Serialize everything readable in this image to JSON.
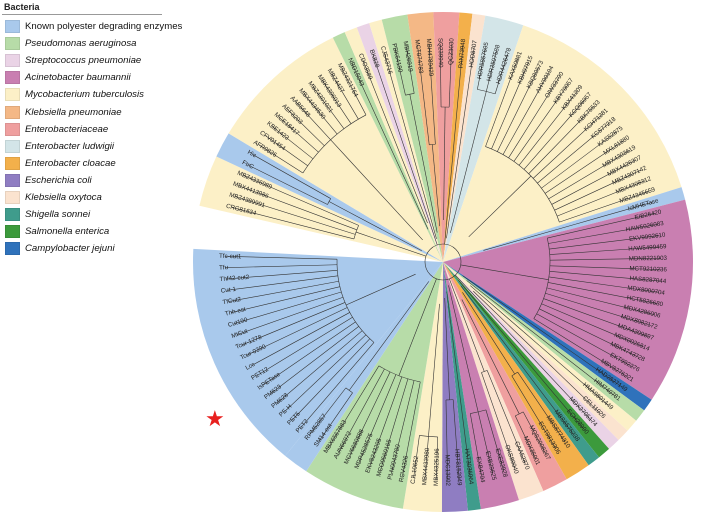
{
  "legend": {
    "title": "Bacteria",
    "entries": [
      {
        "label": "Known polyester degrading enzymes",
        "color": "#a9c9ec",
        "italic": false
      },
      {
        "label": "Pseudomonas aeruginosa",
        "color": "#b7dca8",
        "italic": true
      },
      {
        "label": "Streptococcus pneumoniae",
        "color": "#ead3e6",
        "italic": true
      },
      {
        "label": "Acinetobacter baumannii",
        "color": "#c97fb1",
        "italic": true
      },
      {
        "label": "Mycobacterium tuberculosis",
        "color": "#fcf0c7",
        "italic": true
      },
      {
        "label": "Klebsiella pneumoniae",
        "color": "#f4b886",
        "italic": true
      },
      {
        "label": "Enterobacteriaceae",
        "color": "#ef9f9f",
        "italic": true
      },
      {
        "label": "Enterobacter ludwigii",
        "color": "#d3e5e8",
        "italic": true
      },
      {
        "label": "Enterobacter cloacae",
        "color": "#f3b04b",
        "italic": true
      },
      {
        "label": "Escherichia coli",
        "color": "#8f7dc2",
        "italic": true
      },
      {
        "label": "Klebsiella oxytoca",
        "color": "#fbe3cf",
        "italic": true
      },
      {
        "label": "Shigella sonnei",
        "color": "#3f9c8c",
        "italic": true
      },
      {
        "label": "Salmonella enterica",
        "color": "#3c9a3c",
        "italic": true
      },
      {
        "label": "Campylobacter jejuni",
        "color": "#2f72bb",
        "italic": true
      }
    ]
  },
  "marker": {
    "symbol": "★",
    "color": "#e8201f"
  },
  "tree": {
    "groups": [
      {
        "color": "#fcf0c7",
        "leaves": [
          "CRG81634",
          "MBZ4389991",
          "MBX4413986",
          "MBZ4336989"
        ]
      },
      {
        "color": "#a9c9ec",
        "leaves": [
          "FtrC",
          "Hic"
        ]
      },
      {
        "color": "#fcf0c7",
        "leaves": [
          "AFR9826",
          "CFV01454",
          "KBE1423",
          "MCE18417",
          "AEF8203",
          "AAB5648",
          "MBX4434530",
          "MBZ4301021",
          "MBK4396013",
          "MBZ4427",
          "MBZ4321764"
        ]
      },
      {
        "color": "#b7dca8",
        "leaves": [
          "NBD15043"
        ]
      },
      {
        "color": "#fcf0c7",
        "leaves": [
          "CDO3589"
        ]
      },
      {
        "color": "#ead3e6",
        "leaves": [
          "BK828"
        ]
      },
      {
        "color": "#fcf0c7",
        "leaves": [
          "CJS43716"
        ]
      },
      {
        "color": "#b7dca8",
        "leaves": [
          "PBK64190",
          "MBH26919"
        ]
      },
      {
        "color": "#f4b886",
        "leaves": [
          "MCT074783",
          "MBH4789429"
        ]
      },
      {
        "color": "#ef9f9f",
        "leaves": [
          "SQ239940",
          "QCZ3030"
        ]
      },
      {
        "color": "#f3b04b",
        "leaves": [
          "PAN73948"
        ]
      },
      {
        "color": "#fbe3cf",
        "leaves": [
          "HOD8707"
        ]
      },
      {
        "color": "#d3e5e8",
        "leaves": [
          "HDR5857695",
          "HDR3507588",
          "HDR4426478"
        ]
      },
      {
        "color": "#fcf0c7",
        "leaves": [
          "KAX50881",
          "KBH97915",
          "KBQ80573",
          "AHY90194",
          "OIW33790",
          "KBY79057",
          "KBX41209",
          "KCQ06957",
          "KBK75533",
          "KCH71281",
          "KCS77218",
          "KAS52875",
          "MXL81880",
          "MBX4303619",
          "MBX4426307",
          "MBZ4307142",
          "MBX4308312",
          "MBZ4345659"
        ]
      },
      {
        "color": "#a9c9ec",
        "leaves": [
          "IsMHETase"
        ]
      },
      {
        "color": "#c97fb1",
        "leaves": [
          "EIB26420",
          "HAW5026083",
          "EKV9992610",
          "HAW5499459",
          "MDN8221903",
          "MCT9210236",
          "HAS8287044",
          "MDX8000704",
          "HCT5826680",
          "MDX4286006",
          "MDX8082172",
          "MDA4209897",
          "MDX0026814",
          "MBK4743728",
          "EKT992276",
          "MBV8276221"
        ]
      },
      {
        "color": "#2f72bb",
        "leaves": [
          "HAD2827149"
        ]
      },
      {
        "color": "#b7dca8",
        "leaves": [
          "HIM740781"
        ]
      },
      {
        "color": "#fcf0c7",
        "leaves": [
          "HMA9801449"
        ]
      },
      {
        "color": "#fbe3cf",
        "leaves": [
          "CEL11026"
        ]
      },
      {
        "color": "#ead3e6",
        "leaves": [
          "MDX2705174"
        ]
      },
      {
        "color": "#3c9a3c",
        "leaves": [
          "ECH28990"
        ]
      },
      {
        "color": "#3f9c8c",
        "leaves": [
          "MBS6575238"
        ]
      },
      {
        "color": "#f3b04b",
        "leaves": [
          "MBS8774310",
          "EGT9813306"
        ]
      },
      {
        "color": "#ef9f9f",
        "leaves": [
          "MQS2008267",
          "MDX35001"
        ]
      },
      {
        "color": "#fbe3cf",
        "leaves": [
          "CAA52870",
          "OKS89040"
        ]
      },
      {
        "color": "#c97fb1",
        "leaves": [
          "EXE82928",
          "EXB29625",
          "EXB4794"
        ]
      },
      {
        "color": "#3f9c8c",
        "leaves": [
          "HAT3036064"
        ]
      },
      {
        "color": "#8f7dc2",
        "leaves": [
          "HBT8152949",
          "MDC13092"
        ]
      },
      {
        "color": "#fcf0c7",
        "leaves": [
          "MBX4325196",
          "MBX4433980",
          "CJL10652"
        ]
      },
      {
        "color": "#b7dca8",
        "leaves": [
          "RCV4326",
          "PLN0043780",
          "MCO9560165",
          "EKV8243295",
          "MDP4528575",
          "MCV6680888",
          "AUN66972",
          "MBX6567883"
        ]
      },
      {
        "color": "#a9c9ec",
        "leaves": [
          "SM14-est",
          "RPM52857"
        ]
      },
      {
        "color": "#a9c9ec",
        "leaves": [
          "PET2",
          "PET5",
          "PE-H",
          "PM628",
          "PM623",
          "IsPETase",
          "PET12",
          "Lcc",
          "Tcur-0390",
          "Tcur-1278",
          "MtCut",
          "Cut190",
          "Thh-est",
          "TfCut2",
          "Cut-1",
          "Thf42-cut2",
          "Tfu",
          "Tfc-cut1"
        ]
      }
    ]
  }
}
